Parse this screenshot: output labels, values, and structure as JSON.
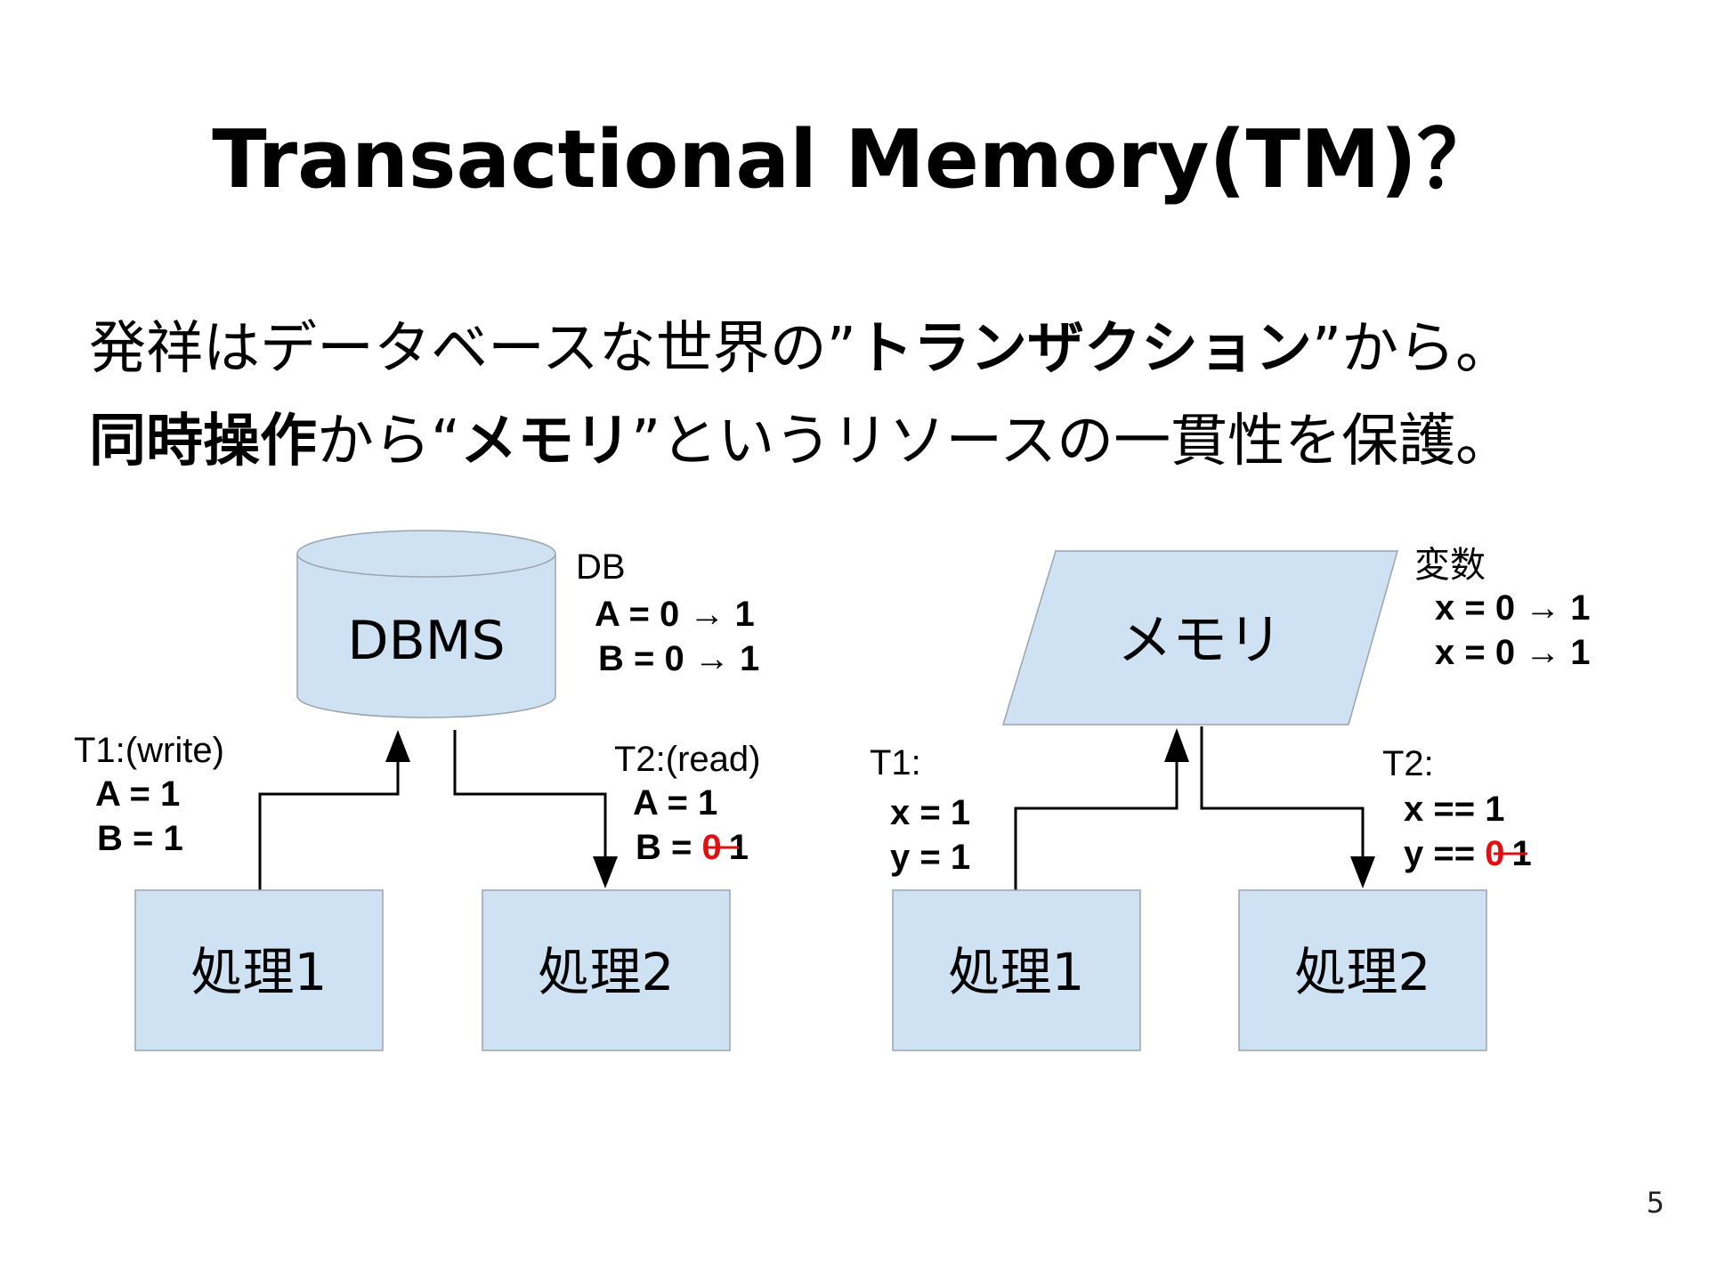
{
  "title": "Transactional Memory(TM)？",
  "intro": {
    "line1": {
      "pre": "発祥はデータベースな世界の”",
      "bold": "トランザクション",
      "post": "”から。"
    },
    "line2": {
      "bold1": "同時操作",
      "mid1": "から“",
      "bold2": "メモリ",
      "post": "”というリソースの一貫性を保護。"
    }
  },
  "db_diagram": {
    "store_label": "DBMS",
    "state_title": "DB",
    "state_lines": [
      "A = 0 → 1",
      "B = 0 → 1"
    ],
    "t1_title": "T1:(write)",
    "t1_lines": [
      "A = 1",
      "B = 1"
    ],
    "t2_title": "T2:(read)",
    "t2_line1": "A = 1",
    "t2_line2_pre": "B = ",
    "t2_line2_old": "0",
    "t2_line2_new": "1",
    "process1": "処理1",
    "process2": "処理2"
  },
  "mem_diagram": {
    "store_label": "メモリ",
    "state_title": "変数",
    "state_lines": [
      "x = 0 → 1",
      "x = 0 → 1"
    ],
    "t1_title": "T1:",
    "t1_lines": [
      "x = 1",
      "y = 1"
    ],
    "t2_title": "T2:",
    "t2_line1": "x == 1",
    "t2_line2_pre": "y == ",
    "t2_line2_old": "0",
    "t2_line2_new": "1",
    "process1": "処理1",
    "process2": "処理2"
  },
  "colors": {
    "box_fill": "#cfe2f3",
    "strike": "#e01010"
  },
  "page_number": "5"
}
